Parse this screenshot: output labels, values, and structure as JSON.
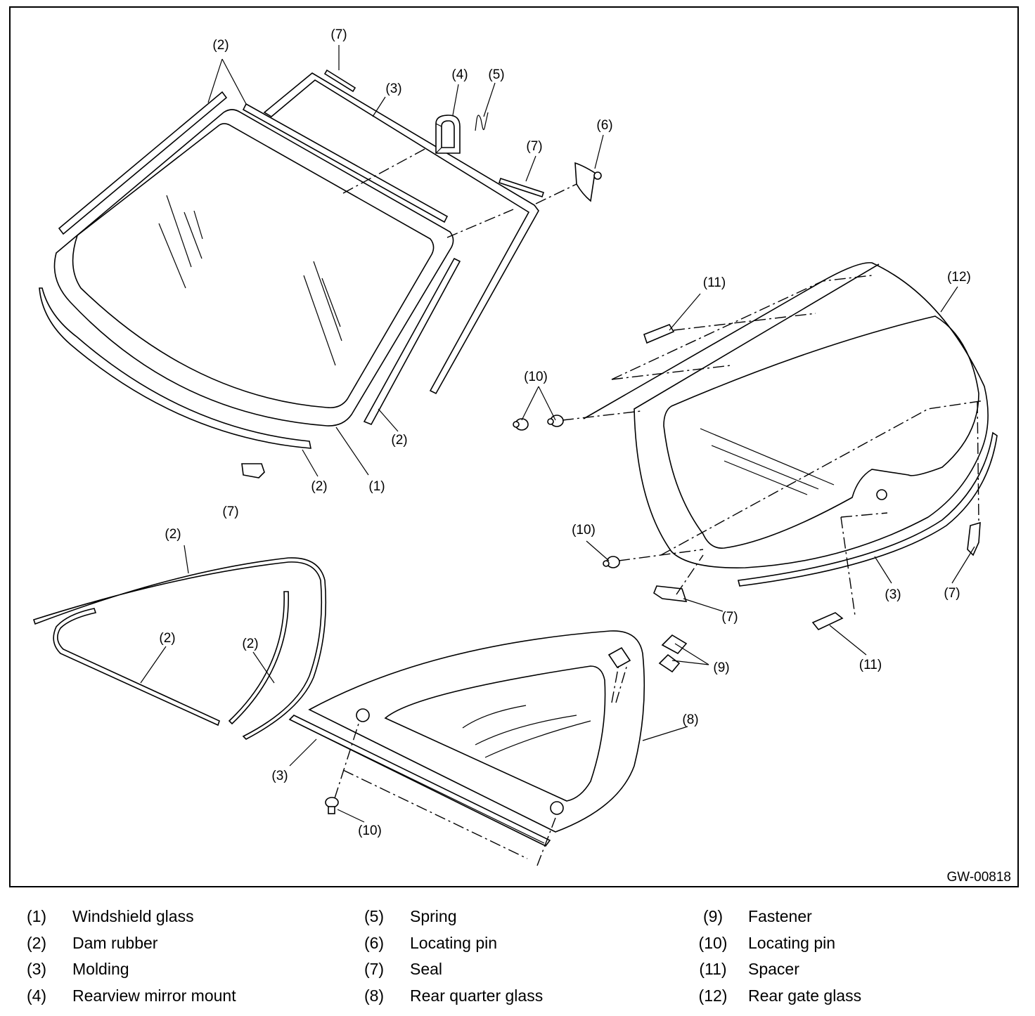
{
  "figure_code": "GW-00818",
  "callouts": {
    "c1": "(1)",
    "c2": "(2)",
    "c3": "(3)",
    "c4": "(4)",
    "c5": "(5)",
    "c6": "(6)",
    "c7": "(7)",
    "c8": "(8)",
    "c9": "(9)",
    "c10": "(10)",
    "c11": "(11)",
    "c12": "(12)"
  },
  "legend": {
    "columns": [
      [
        {
          "num": "(1)",
          "label": "Windshield glass"
        },
        {
          "num": "(2)",
          "label": "Dam rubber"
        },
        {
          "num": "(3)",
          "label": "Molding"
        },
        {
          "num": "(4)",
          "label": "Rearview mirror mount"
        }
      ],
      [
        {
          "num": "(5)",
          "label": "Spring"
        },
        {
          "num": "(6)",
          "label": "Locating pin"
        },
        {
          "num": "(7)",
          "label": "Seal"
        },
        {
          "num": "(8)",
          "label": "Rear quarter glass"
        }
      ],
      [
        {
          "num": "(9)",
          "label": "Fastener"
        },
        {
          "num": "(10)",
          "label": "Locating pin"
        },
        {
          "num": "(11)",
          "label": "Spacer"
        },
        {
          "num": "(12)",
          "label": "Rear gate glass"
        }
      ]
    ]
  }
}
